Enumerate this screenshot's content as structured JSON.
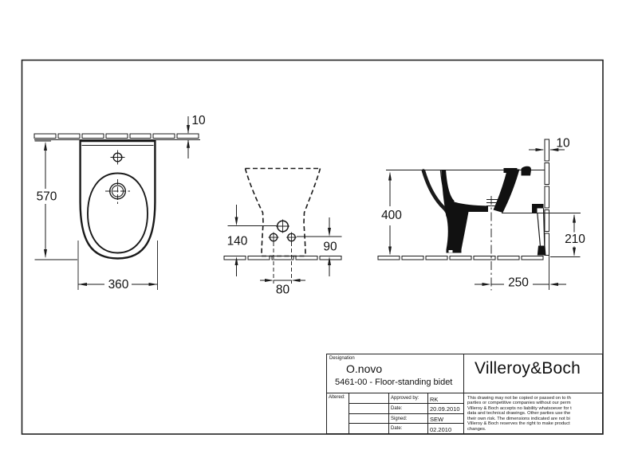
{
  "page": {
    "background": "#ffffff",
    "ink": "#1a1a1a"
  },
  "views": {
    "top_view": {
      "dims": {
        "wall_thickness": "10",
        "length": "570",
        "width": "360"
      }
    },
    "front_view": {
      "dims": {
        "drain_center_height": "140",
        "side_hole_height": "90",
        "hole_spacing": "80"
      }
    },
    "side_view": {
      "dims": {
        "wall_thickness": "10",
        "rim_height": "400",
        "outlet_height": "210",
        "center_to_wall": "250"
      }
    }
  },
  "title_block": {
    "designation_label": "Designation",
    "series": "O.novo",
    "description": "5461-00 - Floor-standing bidet",
    "brand": "Villeroy&Boch",
    "altered_label": "Altered:",
    "approvals": [
      {
        "label": "Approved by:",
        "value": "RK"
      },
      {
        "label": "Date:",
        "value": "20.09.2010"
      },
      {
        "label": "Signed:",
        "value": "SEW"
      },
      {
        "label": "Date:",
        "value": "02.2010"
      }
    ],
    "disclaimer_lines": [
      "This drawing may not be copied or passed on to th",
      "parties or competitive companies without our perm",
      "Villeroy & Boch accepts no liability whatsoever for t",
      "data and technical drawings. Other parties use the",
      "their own risk. The dimensions indicated are not bi",
      "Villeroy & Boch reserves the right to make product",
      "changes."
    ]
  }
}
